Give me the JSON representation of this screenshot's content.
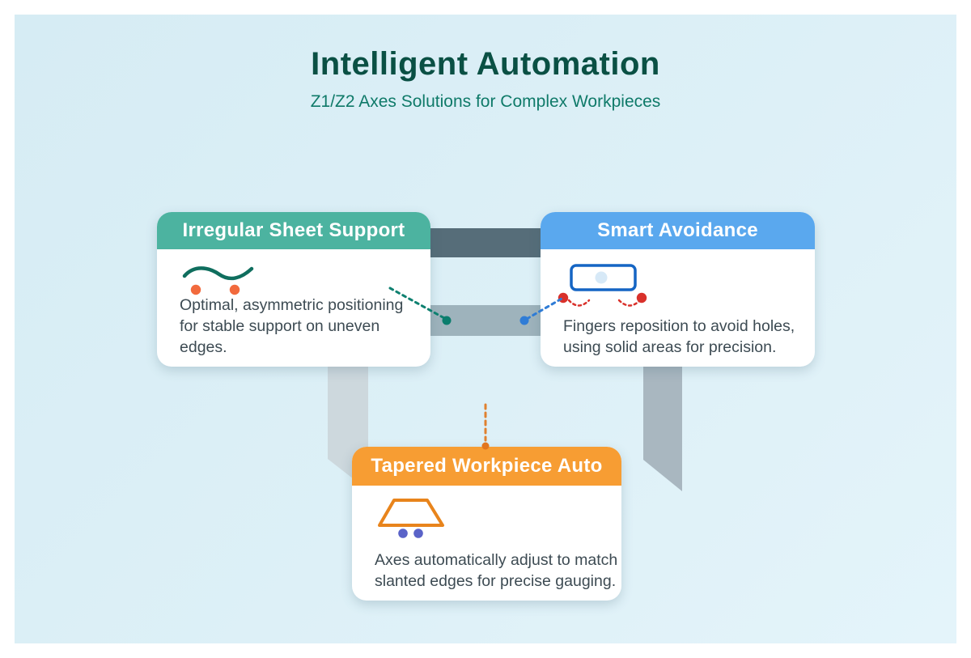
{
  "title": "Intelligent Automation",
  "subtitle": "Z1/Z2 Axes Solutions for Complex Workpieces",
  "cards": [
    {
      "title": "Irregular Sheet Support",
      "desc_lines": [
        "Optimal, asymmetric positioning",
        "for stable support on uneven edges."
      ],
      "accent": "#4cb3a0",
      "icon": "uneven-sheet-edge-with-two-support-pins"
    },
    {
      "title": "Smart Avoidance",
      "desc_lines": [
        "Fingers reposition to avoid holes,",
        "using solid areas for precision."
      ],
      "accent": "#5aa8ee",
      "icon": "workpiece-with-hole-and-repositioning-fingers"
    },
    {
      "title": "Tapered Workpiece Auto",
      "desc_lines": [
        "Axes automatically adjust to match",
        "slanted edges for precise gauging."
      ],
      "accent": "#f79d33",
      "icon": "tapered-trapezoid-workpiece-with-gauge-dots"
    }
  ],
  "colors": {
    "panel_background": "#dceef5",
    "title_text": "#0a5044",
    "subtitle_text": "#0f7a69",
    "card1_accent": "#4cb3a0",
    "card2_accent": "#5aa8ee",
    "card3_accent": "#f79d33",
    "body_text": "#3d4b53",
    "connector_bar_dark": "#566d79",
    "connector_bar_light": "#9eb3bc",
    "band_below_card1": "#cdd8dd",
    "band_below_card2": "#a9b7c0",
    "teal_dashed_path": "#0e8070",
    "blue_dashed_path": "#2f7cd6",
    "orange_dashed_path": "#e0812f",
    "red_finger_marker": "#d9312b",
    "orange_support_pin": "#f26a3d",
    "indigo_gauge_dot": "#5a63c8",
    "sheet_curve": "#0f6e5e",
    "workpiece_outline_blue": "#1565c4",
    "workpiece_hole_fill": "#d7e9f7",
    "trapezoid_outline": "#e8841c"
  }
}
